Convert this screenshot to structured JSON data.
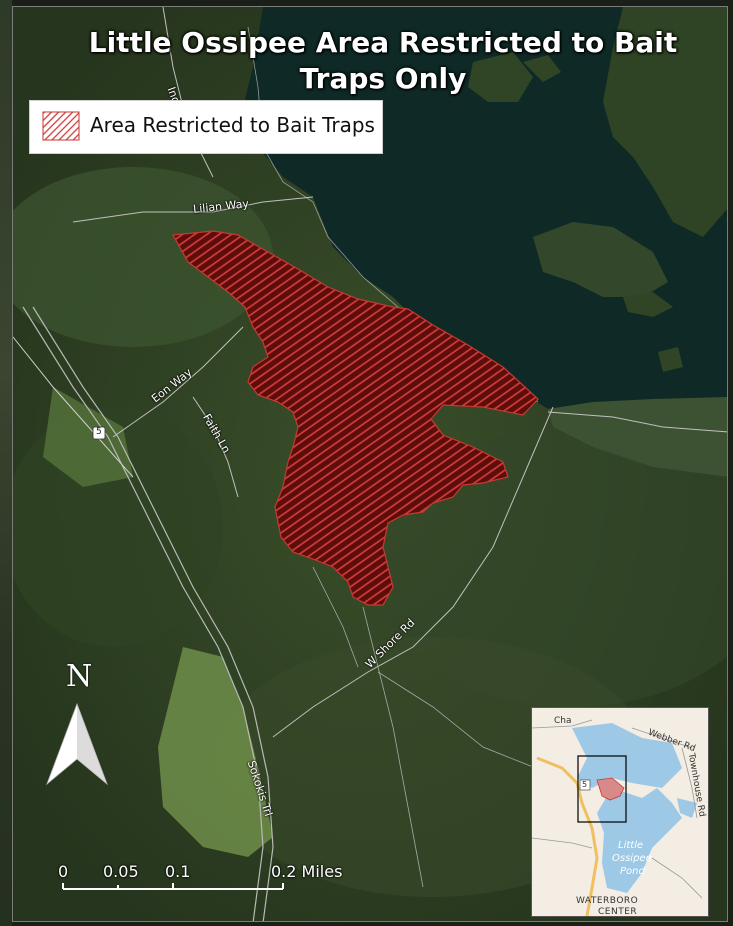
{
  "map": {
    "title_line1": "Little Ossipee Area Restricted to Bait",
    "title_line2": "Traps Only",
    "legend": {
      "label": "Area Restricted to Bait Traps",
      "swatch_color": "#c0392b"
    },
    "colors": {
      "restricted_fill": "#6e1010",
      "restricted_hatch": "#d23a3a",
      "water": "#0f2a26",
      "forest": "#2c3f22",
      "road_outline": "#b9b9b9"
    },
    "road_labels": {
      "lilian_way": "Lilian Way",
      "eon_way": "Eon Way",
      "faith_ln": "Faith Ln",
      "w_shore_rd": "W Shore Rd",
      "sokokis_trl": "Sokokis Trl",
      "route_5": "5",
      "partial_top": "Ind"
    },
    "north_arrow": {
      "letter": "N",
      "icon": "north-arrow-icon"
    },
    "scale_bar": {
      "ticks": [
        "0",
        "0.05",
        "0.1",
        "0.2 Miles"
      ],
      "values": [
        0,
        0.05,
        0.1,
        0.2
      ],
      "unit": "Miles"
    },
    "inset": {
      "labels": {
        "cha": "Cha",
        "webber": "Webber Rd",
        "townhouse": "Townhouse Rd",
        "route": "5",
        "lake_line1": "Little",
        "lake_line2": "Ossipee",
        "lake_line3": "Pond",
        "place_line1": "WATERBORO",
        "place_line2": "CENTER"
      },
      "colors": {
        "water": "#9dc8e6",
        "road": "#f0c060",
        "land": "#f3ede3"
      }
    }
  }
}
